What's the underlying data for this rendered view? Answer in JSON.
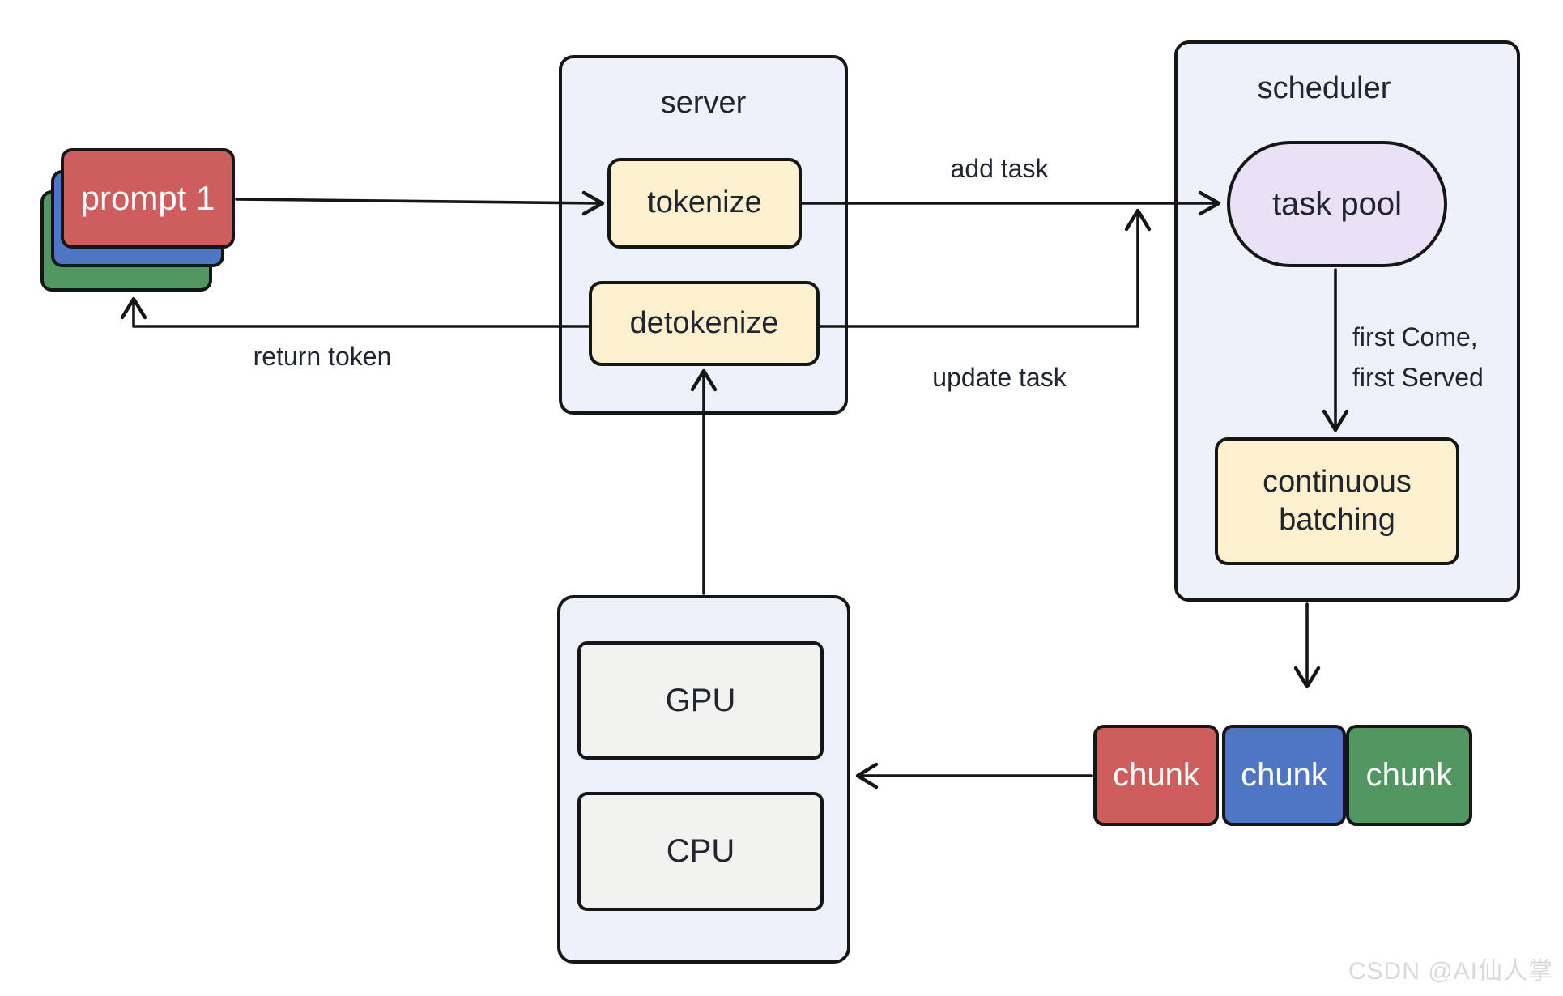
{
  "prompt": {
    "label": "prompt 1"
  },
  "server": {
    "title": "server",
    "tokenize_label": "tokenize",
    "detokenize_label": "detokenize"
  },
  "scheduler": {
    "title": "scheduler",
    "task_pool_label": "task pool",
    "policy_line1": "first Come,",
    "policy_line2": "first Served",
    "batching_line1": "continuous",
    "batching_line2": "batching"
  },
  "edges": {
    "add_task": "add task",
    "update_task": "update task",
    "return_token": "return token"
  },
  "compute": {
    "gpu_label": "GPU",
    "cpu_label": "CPU"
  },
  "chunks": [
    {
      "label": "chunk",
      "color": "#cd5e5d"
    },
    {
      "label": "chunk",
      "color": "#4f75c5"
    },
    {
      "label": "chunk",
      "color": "#529661"
    }
  ],
  "watermark": "CSDN @AI仙人掌",
  "colors": {
    "container_fill": "#edf1fa",
    "node_fill_cream": "#fcf0ce",
    "task_pool_fill": "#eae1f7",
    "compute_fill": "#f2f2f0",
    "red": "#cd5e5d",
    "blue": "#4f75c5",
    "green": "#529661",
    "line": "#161616",
    "text": "#20252f",
    "watermark": "#d9d9d9"
  }
}
